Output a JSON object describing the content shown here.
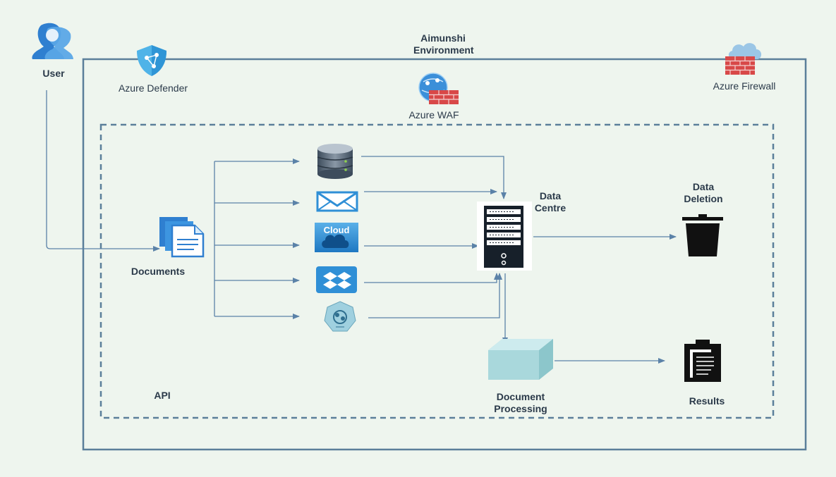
{
  "environment": {
    "title_line1": "Aimunshi",
    "title_line2": "Environment"
  },
  "nodes": {
    "user": "User",
    "azure_defender": "Azure Defender",
    "azure_waf": "Azure WAF",
    "azure_firewall": "Azure Firewall",
    "documents": "Documents",
    "api": "API",
    "cloud_icon_text": "Cloud",
    "data_centre_line1": "Data",
    "data_centre_line2": "Centre",
    "data_deletion_line1": "Data",
    "data_deletion_line2": "Deletion",
    "document_processing_line1": "Document",
    "document_processing_line2": "Processing",
    "results": "Results"
  },
  "sources": [
    "database-icon",
    "mail-icon",
    "cloud-icon",
    "dropbox-icon",
    "api-hexagon-icon"
  ],
  "colors": {
    "background": "#eef5ee",
    "border": "#5b7f9a",
    "arrow": "#5b82a8",
    "label": "#2b3a4a",
    "azure_blue": "#2f8fd6",
    "firewall_red": "#d9534f",
    "processing_box": "#a9d8dc"
  }
}
